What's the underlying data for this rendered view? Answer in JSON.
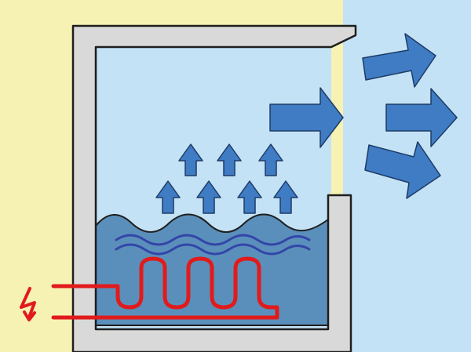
{
  "diagram": {
    "kind": "heated-water-evaporation-illustration",
    "icons": {
      "power": "lightning-bolt-icon",
      "vapor": "arrow-up-icon",
      "outflow": "arrow-right-icon"
    },
    "colors": {
      "outside_left": "#f6f2b4",
      "inside_air": "#c4e2f5",
      "container_wall": "#d9d9d9",
      "outline": "#1e1e1e",
      "water": "#5b8fbb",
      "wave_line": "#3346a8",
      "heater": "#e11b1b",
      "arrow_fill": "#3f7cc4",
      "arrow_stroke": "#1e3b66"
    },
    "vapor_arrow_count": 7,
    "outflow_arrow_count": 4
  }
}
